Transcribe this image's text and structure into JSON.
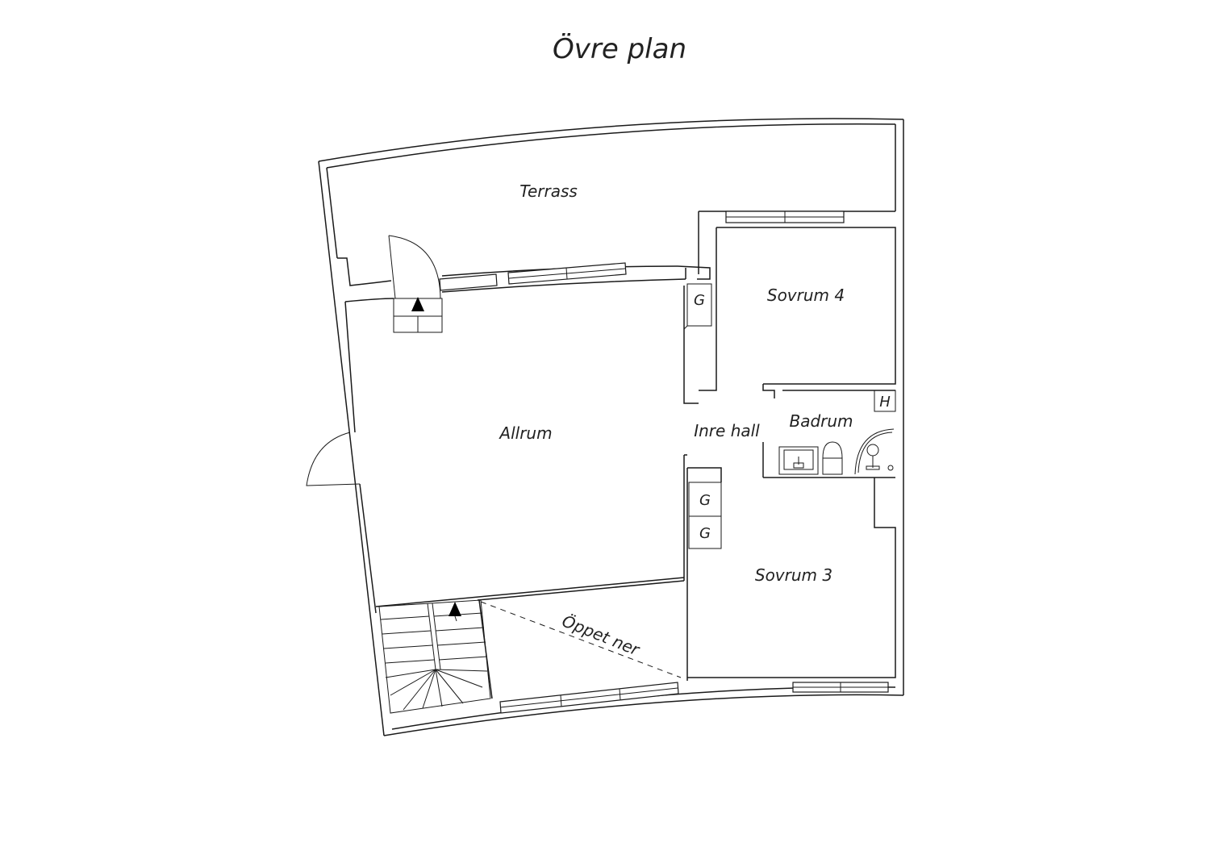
{
  "title": "Övre plan",
  "rooms": {
    "terrass": "Terrass",
    "allrum": "Allrum",
    "inre_hall": "Inre hall",
    "sovrum4": "Sovrum 4",
    "badrum": "Badrum",
    "sovrum3": "Sovrum 3",
    "oppet_ner": "Öppet ner"
  },
  "marks": {
    "garderob": "G",
    "hall_closet": "H"
  },
  "colors": {
    "line": "#1a1a1a",
    "background": "#ffffff"
  }
}
